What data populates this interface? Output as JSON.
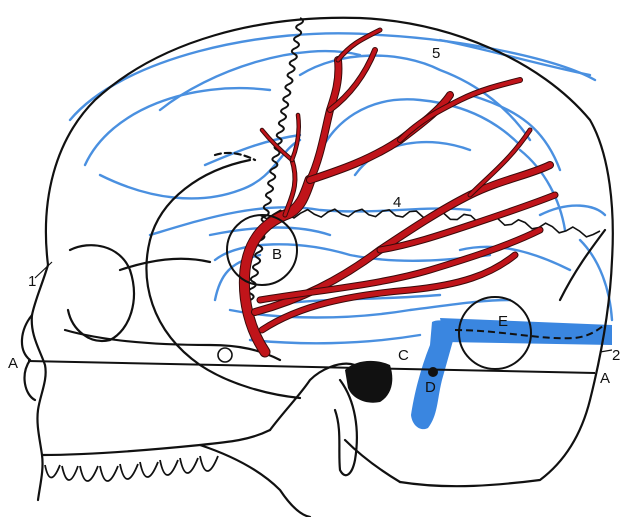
{
  "labels": {
    "a_left": "A",
    "a_right": "A",
    "b": "B",
    "c": "C",
    "d": "D",
    "e": "E",
    "n1": "1",
    "n2": "2",
    "n4": "4",
    "n5": "5"
  },
  "colors": {
    "outline": "#111111",
    "sulci": "#4a90e0",
    "sinus": "#3a86e0",
    "artery": "#c0141a",
    "artery_edge": "#3a0a0a"
  }
}
